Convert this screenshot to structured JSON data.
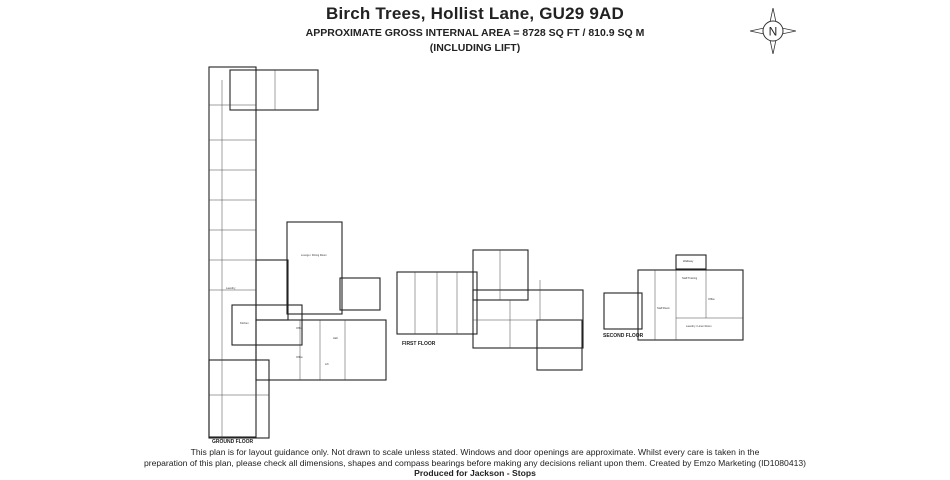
{
  "header": {
    "title": "Birch Trees, Hollist Lane, GU29 9AD",
    "area_line": "APPROXIMATE GROSS INTERNAL AREA = 8728 SQ FT / 810.9 SQ M",
    "lift_line": "(INCLUDING LIFT)"
  },
  "compass": {
    "letter": "N"
  },
  "floors": {
    "ground": "GROUND FLOOR",
    "first": "FIRST FLOOR",
    "second": "SECOND FLOOR"
  },
  "rooms": {
    "lounge": "Lounge / Dining Room",
    "kitchen": "Kitchen",
    "office1": "Office",
    "office2": "Office",
    "hall": "Hall",
    "laundry": "Laundry",
    "lift": "Lift",
    "staff_training": "Staff Training",
    "staff_room": "Staff Room",
    "laundry_linen": "Laundry / Linen Room",
    "office3": "Office",
    "walkway": "Walkway"
  },
  "footer": {
    "line1": "This plan is for layout guidance only. Not drawn to scale unless stated. Windows and door openings are approximate. Whilst every care is taken in the",
    "line2": "preparation of this plan, please check all dimensions, shapes and compass bearings before making any decisions reliant upon them. Created by Emzo Marketing (ID1080413)",
    "produced": "Produced for Jackson - Stops"
  }
}
